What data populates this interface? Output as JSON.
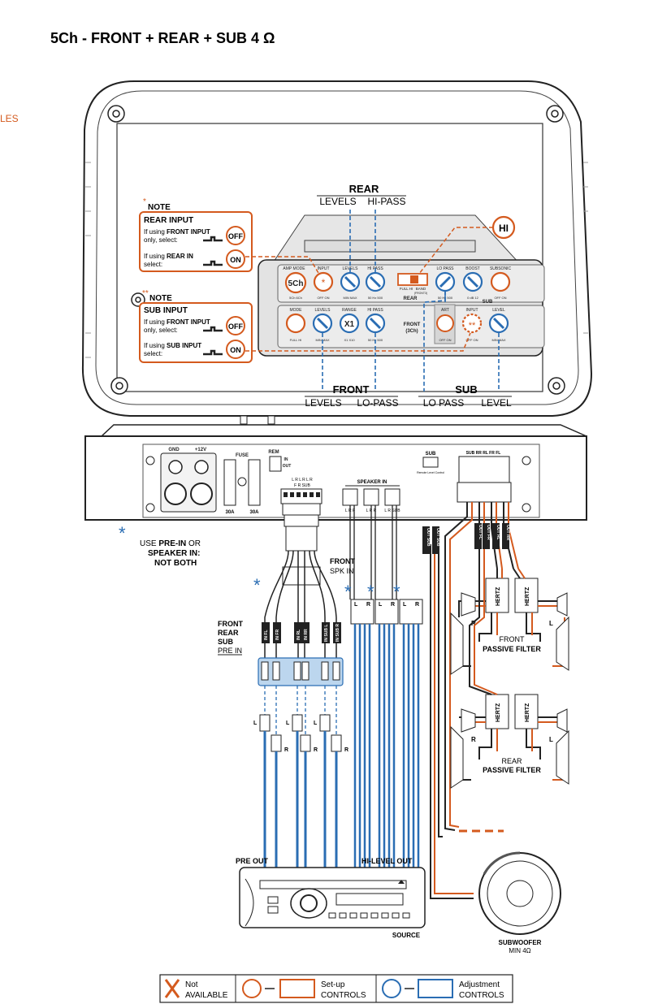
{
  "title": "5Ch - FRONT + REAR + SUB 4 Ω",
  "side_fragment": "LES",
  "colors": {
    "setup": "#d45a1e",
    "adjust": "#2a6db3",
    "line": "#222222",
    "highlight": "#bcd6ee"
  },
  "rear_header": {
    "title": "REAR",
    "levels": "LEVELS",
    "hipass": "HI-PASS"
  },
  "front_footer": {
    "title": "FRONT",
    "levels": "LEVELS",
    "lopass": "LO-PASS"
  },
  "sub_footer": {
    "title": "SUB",
    "lopass": "LO PASS",
    "level": "LEVEL"
  },
  "hi_badge": "HI",
  "note_rear": {
    "star": "*",
    "heading": "NOTE",
    "title": "REAR INPUT",
    "line1_prefix": "If using ",
    "line1_bold": "FRONT INPUT",
    "line1_rest": "only, select:",
    "line2_prefix": "If using ",
    "line2_bold": "REAR IN",
    "line2_rest": "select:",
    "off": "OFF",
    "on": "ON"
  },
  "note_sub": {
    "star": "**",
    "heading": "NOTE",
    "title": "SUB INPUT",
    "line1_prefix": "If using ",
    "line1_bold": "FRONT INPUT",
    "line1_rest": "only, select:",
    "line2_prefix": "If using ",
    "line2_bold": "SUB INPUT",
    "line2_rest": "select:",
    "off": "OFF",
    "on": "ON"
  },
  "panel_top": {
    "amp_mode": "AMP MODE",
    "amp_mode_value": "5Ch",
    "amp_mode_opts": "5Ch  6Ch",
    "input": "INPUT",
    "input_opts": "OFF  ON",
    "levels": "LEVELS",
    "levels_opts": "MIN  MAX",
    "hipass": "HI PASS",
    "hipass_opts": "50  Hz  500",
    "full_hi": "FULL  HI",
    "band": "BAND",
    "front": "(FRONT3)",
    "rear": "REAR",
    "lopass": "LO PASS",
    "lopass_opts": "50  Hz  500",
    "boost": "BOOST",
    "boost_opts": "0  dB  12",
    "subsonic": "SUBSONIC",
    "subsonic_opts": "OFF  ON"
  },
  "panel_bottom": {
    "mode": "MODE",
    "mode_opts": "FULL  HI",
    "levels": "LEVELS",
    "levels_opts": "MIN  MAX",
    "range": "RANGE",
    "range_value": "X1",
    "range_opts": "X1  X10",
    "hipass": "HI PASS",
    "hipass_opts": "50  Hz  500",
    "front3": "FRONT",
    "front3b": "(3Ch)",
    "art": "ART",
    "art_opts": "OFF  ON",
    "input": "INPUT",
    "input_opts": "OFF  ON",
    "sub": "SUB",
    "level": "LEVEL",
    "level_opts": "MIN  MAX"
  },
  "conn_panel": {
    "gnd": "GND",
    "v12": "+12V",
    "fuse": "FUSE",
    "fuse1": "30A",
    "fuse2": "30A",
    "rem": "REM",
    "in": "IN",
    "out": "OUT",
    "rca_labels": "L R  L R  L R",
    "rca_groups": "F    R    SUB",
    "speaker_in": "SPEAKER IN",
    "spk_f": "L R  F",
    "spk_r": "L R  R",
    "spk_sub": "L R  SUB",
    "sub_ctrl": "SUB",
    "sub_ctrl_small": "Remote Level Control",
    "out_labels": "SUB  RR  RL  FR  FL"
  },
  "asterisk_note": {
    "star": "*",
    "line1_a": "USE ",
    "line1_b": "PRE-IN",
    "line1_c": " OR",
    "line2": "SPEAKER IN:",
    "line3": "NOT BOTH"
  },
  "front_spk_in": {
    "line1": "FRONT",
    "line2": "SPK IN"
  },
  "pre_in_legend": {
    "front": "FRONT",
    "rear": "REAR",
    "sub": "SUB",
    "pre_in": "PRE IN"
  },
  "rca_tags": [
    "IN FL",
    "IN FR",
    "IN RL",
    "IN RR",
    "IN SUB L",
    "IN SUB R"
  ],
  "out_tags": [
    "OUT SUB",
    "OUT SUB",
    "OUT FL",
    "OUT FR",
    "OUT RL",
    "OUT RR"
  ],
  "lr": {
    "l": "L",
    "r": "R"
  },
  "front_filter": {
    "line1": "FRONT",
    "line2": "PASSIVE FILTER"
  },
  "rear_filter": {
    "line1": "REAR",
    "line2": "PASSIVE FILTER"
  },
  "brand": "HERTZ",
  "pre_out": "PRE OUT",
  "hi_level_out": "HI-LEVEL OUT",
  "source": "SOURCE",
  "subwoofer": {
    "line1": "SUBWOOFER",
    "line2": "MIN 4Ω"
  },
  "legend": {
    "not_available_1": "Not",
    "not_available_2": "AVAILABLE",
    "setup_1": "Set-up",
    "setup_2": "CONTROLS",
    "adjust_1": "Adjustment",
    "adjust_2": "CONTROLS"
  }
}
